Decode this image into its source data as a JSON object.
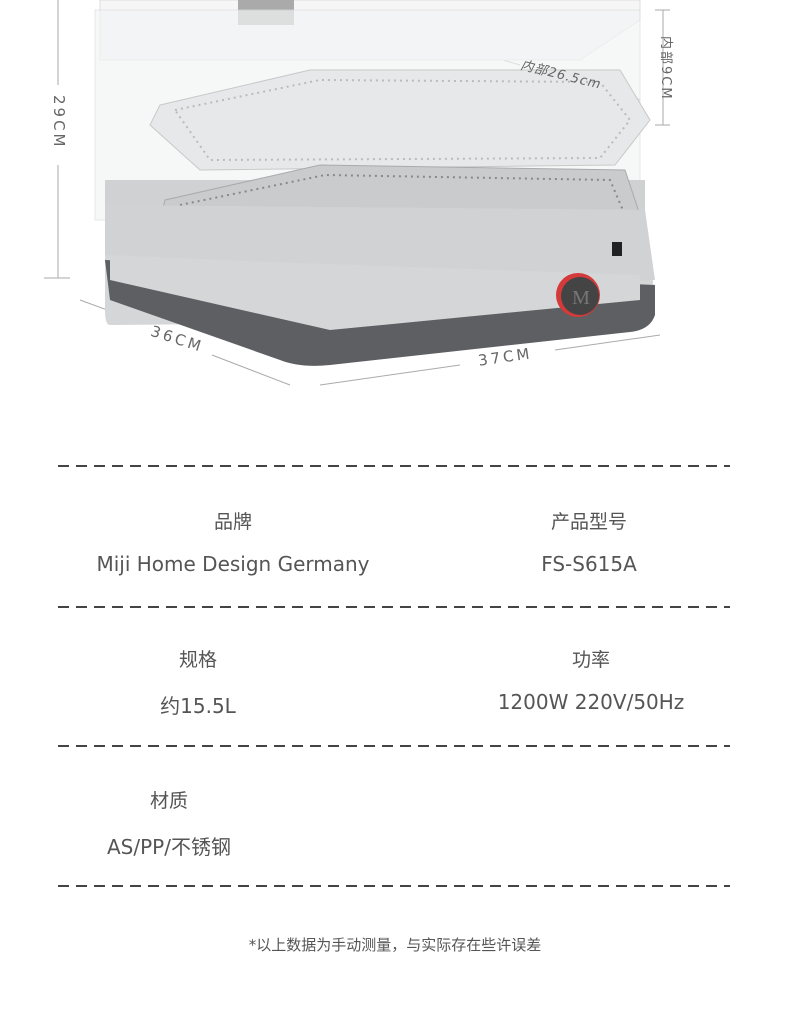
{
  "dimensions": {
    "height": "29CM",
    "depth": "36CM",
    "width": "37CM",
    "inner_width": "内部26.5cm",
    "inner_height": "内部9CM"
  },
  "specs": [
    {
      "label": "品牌",
      "value": "Miji Home Design Germany"
    },
    {
      "label": "产品型号",
      "value": "FS-S615A"
    },
    {
      "label": "规格",
      "value": "约15.5L"
    },
    {
      "label": "功率",
      "value": "1200W 220V/50Hz"
    },
    {
      "label": "材质",
      "value": "AS/PP/不锈钢"
    }
  ],
  "note": "*以上数据为手动测量，与实际存在些许误差",
  "product": {
    "knob_letter": "M"
  }
}
